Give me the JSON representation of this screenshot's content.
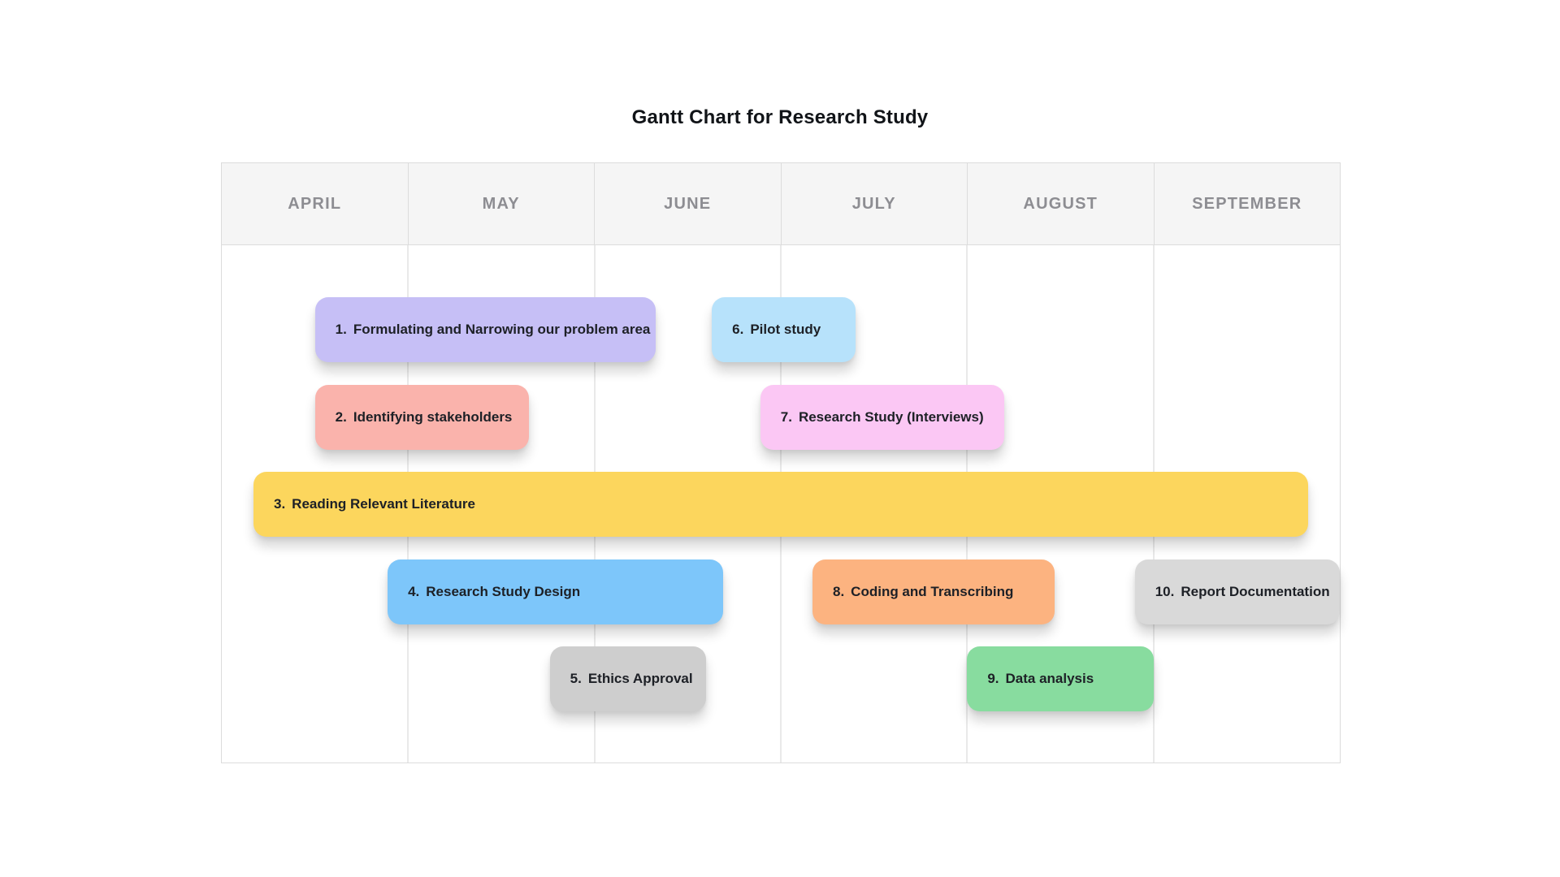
{
  "page_title": "Gantt Chart for Research Study",
  "chart_data": {
    "type": "gantt",
    "title": "Gantt Chart for Research Study",
    "months": [
      "APRIL",
      "MAY",
      "JUNE",
      "JULY",
      "AUGUST",
      "SEPTEMBER"
    ],
    "x_axis_unit": "months (April = 0, September end = 6)",
    "grid": "vertical column lines on, header band shaded",
    "tasks": [
      {
        "num": "1.",
        "label": "Formulating and Narrowing our problem area",
        "start": 0.5,
        "end": 2.33,
        "row": 0,
        "color": "#c6bff6"
      },
      {
        "num": "2.",
        "label": "Identifying stakeholders",
        "start": 0.5,
        "end": 1.65,
        "row": 1,
        "color": "#fab3ac"
      },
      {
        "num": "3.",
        "label": "Reading Relevant Literature",
        "start": 0.17,
        "end": 5.83,
        "row": 2,
        "color": "#fcd65d"
      },
      {
        "num": "4.",
        "label": "Research Study Design",
        "start": 0.89,
        "end": 2.69,
        "row": 3,
        "color": "#7dc6fa"
      },
      {
        "num": "5.",
        "label": "Ethics Approval",
        "start": 1.76,
        "end": 2.6,
        "row": 4,
        "color": "#cecece"
      },
      {
        "num": "6.",
        "label": "Pilot study",
        "start": 2.63,
        "end": 3.4,
        "row": 0,
        "color": "#b7e2fb"
      },
      {
        "num": "7.",
        "label": "Research Study (Interviews)",
        "start": 2.89,
        "end": 4.2,
        "row": 1,
        "color": "#fbc7f4"
      },
      {
        "num": "8.",
        "label": "Coding and Transcribing",
        "start": 3.17,
        "end": 4.47,
        "row": 3,
        "color": "#fcb380"
      },
      {
        "num": "9.",
        "label": "Data analysis",
        "start": 4.0,
        "end": 5.0,
        "row": 4,
        "color": "#88dc9f"
      },
      {
        "num": "10.",
        "label": "Report Documentation",
        "start": 4.9,
        "end": 6.0,
        "row": 3,
        "color": "#d9d9d9"
      }
    ],
    "colors": {
      "header_background": "#f5f5f5",
      "header_text": "#8d8d92",
      "border": "#dcdcdc",
      "body_grid_line": "#e9e9e9",
      "task_text": "#1d2026",
      "page_background": "#ffffff"
    }
  }
}
